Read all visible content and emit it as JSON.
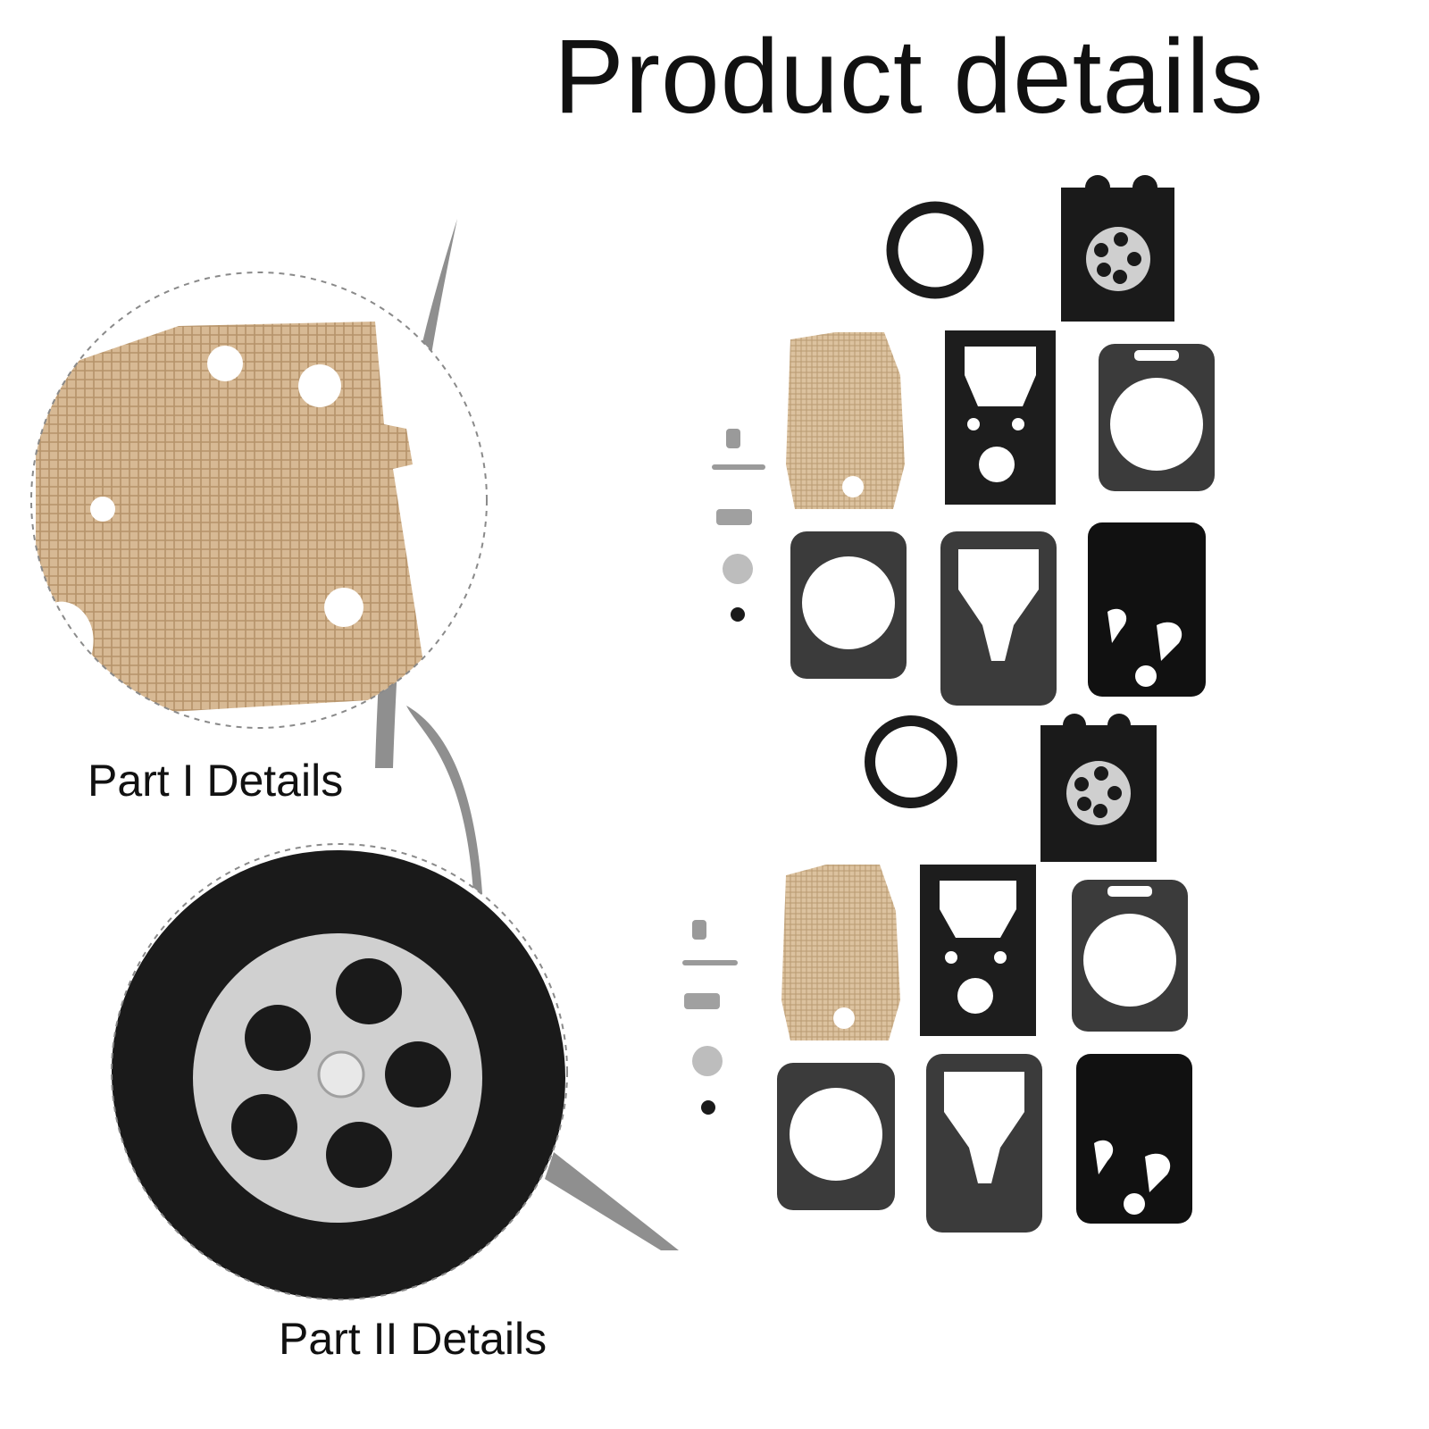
{
  "title": "Product details",
  "details": [
    {
      "label": "Part I Details"
    },
    {
      "label": "Part II Details"
    }
  ],
  "colors": {
    "gasket_black": "#1b1b1b",
    "gasket_gray": "#3a3a3a",
    "mesh_tan": "#d9bd98",
    "callout_arrow": "#8f8f8f",
    "metal_silver": "#cfcfcf",
    "background": "#ffffff"
  }
}
